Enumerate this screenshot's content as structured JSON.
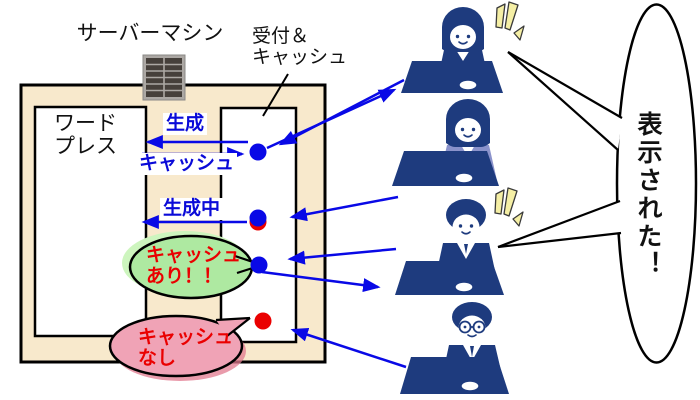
{
  "title": "サーバーマシン",
  "server": {
    "wordpress": "ワード\nプレス",
    "reception": "受付＆\nキャッシュ"
  },
  "flow": {
    "generate": "生成",
    "cache": "キャッシュ",
    "generating": "生成中"
  },
  "bubbles": {
    "cache_hit": "キャッシュ\nあり！！",
    "cache_miss": "キャッシュ\nなし",
    "displayed": "表示された！"
  },
  "icons": {
    "server": "server-rack-icon",
    "user_1": "woman-user-icon",
    "user_2": "woman-user-icon",
    "user_3": "man-user-icon",
    "user_4": "man-glasses-user-icon",
    "burst": "excitement-burst-icon",
    "request_dots": "request-dot"
  },
  "colors": {
    "arrow_blue": "#0909E6",
    "server_beige": "#F8E9CC",
    "person_navy": "#1E3B7E",
    "alert_red": "#EA0000",
    "cache_hit_green": "#AEE9A1",
    "cache_miss_pink": "#F0A3B6",
    "cardigan_lavender": "#8A92CB",
    "burst_yellow": "#F5EFA5"
  }
}
